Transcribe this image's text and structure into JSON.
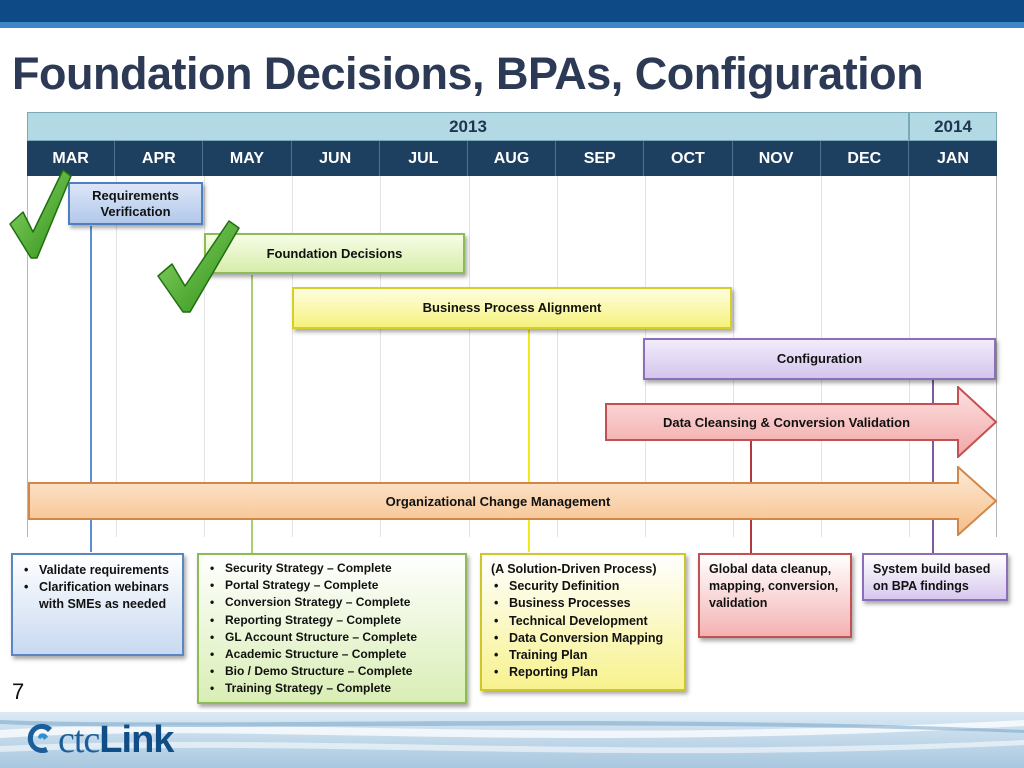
{
  "slide": {
    "title": "Foundation Decisions, BPAs, Configuration",
    "page_number": "7"
  },
  "timeline": {
    "years": [
      "2013",
      "2014"
    ],
    "months": [
      "MAR",
      "APR",
      "MAY",
      "JUN",
      "JUL",
      "AUG",
      "SEP",
      "OCT",
      "NOV",
      "DEC",
      "JAN"
    ]
  },
  "phases": {
    "requirements": "Requirements Verification",
    "foundation": "Foundation  Decisions",
    "bpa": "Business  Process  Alignment",
    "configuration": "Configuration",
    "data_cleansing": "Data  Cleansing  &  Conversion  Validation",
    "ocm": "Organizational  Change  Management"
  },
  "notes": {
    "requirements": [
      "Validate requirements",
      "Clarification webinars with SMEs as needed"
    ],
    "foundation": [
      "Security Strategy – Complete",
      "Portal Strategy – Complete",
      "Conversion Strategy – Complete",
      "Reporting Strategy – Complete",
      "GL Account Structure – Complete",
      "Academic Structure – Complete",
      "Bio / Demo Structure – Complete",
      "Training Strategy – Complete"
    ],
    "bpa_intro": "(A Solution-Driven Process)",
    "bpa": [
      "Security Definition",
      "Business Processes",
      "Technical Development",
      "Data Conversion Mapping",
      "Training Plan",
      "Reporting Plan"
    ],
    "data_cleansing": "Global data cleanup, mapping, conversion, validation",
    "configuration": "System build based on BPA findings"
  },
  "footer": {
    "logo_prefix": "ctc",
    "logo_suffix": "Link"
  },
  "colors": {
    "header_bar": "#0d4a86",
    "month_row": "#1d3f60",
    "year_row": "#b2d9e4",
    "requirements": "#c5d6ef",
    "foundation": "#e6f5c4",
    "bpa": "#f9f8a0",
    "configuration": "#e2d8f2",
    "data_cleansing": "#f7c3c3",
    "ocm": "#fbd7b4",
    "check_green": "#3aa41f"
  },
  "icons": [
    "checkmark-icon",
    "checkmark-icon",
    "ctclink-logo-icon"
  ]
}
